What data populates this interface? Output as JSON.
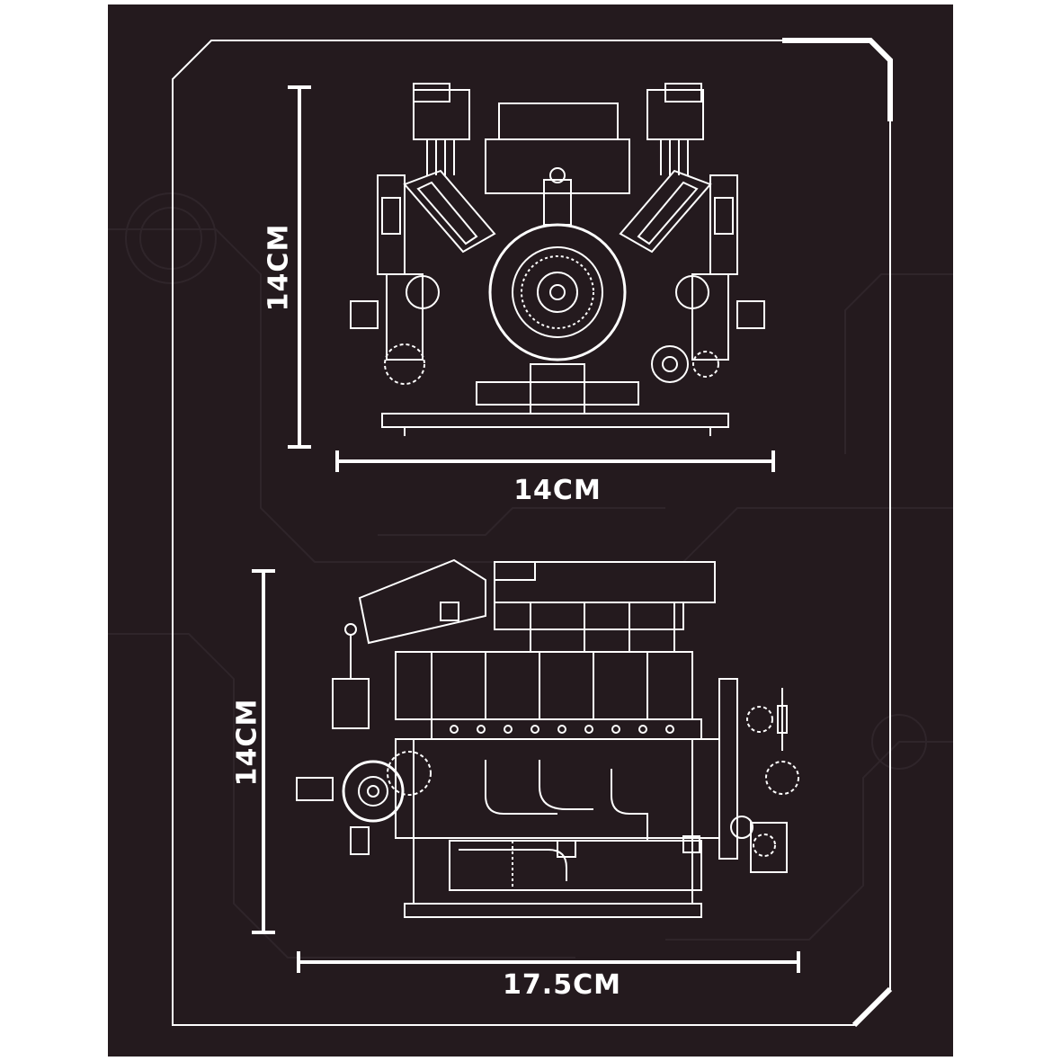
{
  "colors": {
    "background": "#241a1e",
    "line": "#ffffff",
    "circuit": "#2e2428"
  },
  "front_view": {
    "height_label": "14CM",
    "width_label": "14CM"
  },
  "side_view": {
    "height_label": "14CM",
    "width_label": "17.5CM"
  }
}
